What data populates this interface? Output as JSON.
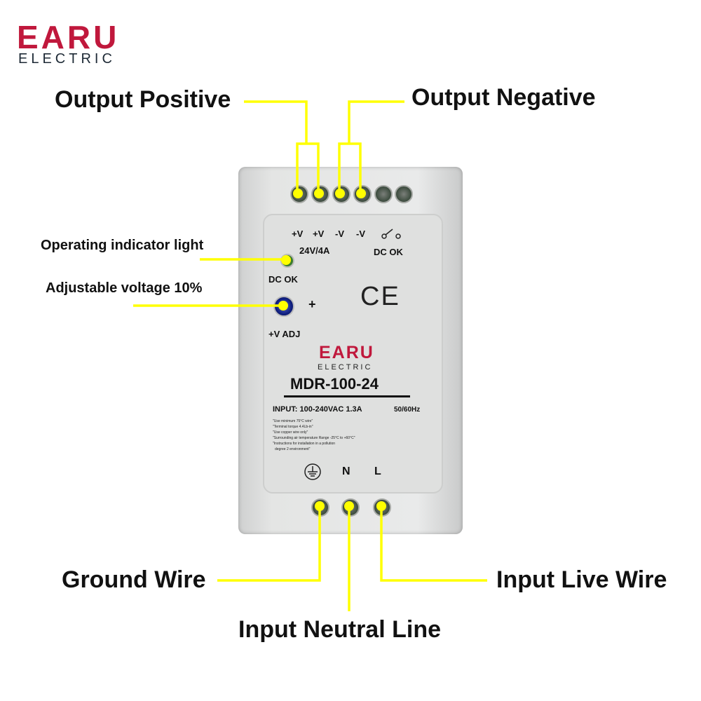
{
  "logo": {
    "brand": "EARU",
    "sub": "ELECTRIC",
    "color": "#c0183c"
  },
  "callouts": {
    "output_positive": "Output Positive",
    "output_negative": "Output Negative",
    "indicator": "Operating indicator light",
    "adjust": "Adjustable voltage 10%",
    "ground": "Ground Wire",
    "live": "Input Live Wire",
    "neutral": "Input Neutral Line"
  },
  "device": {
    "terminals_top": [
      "+V",
      "+V",
      "-V",
      "-V"
    ],
    "rating": "24V/4A",
    "dc_ok_right": "DC OK",
    "dc_ok_left": "DC OK",
    "plus": "+",
    "adj": "+V ADJ",
    "ce": "CE",
    "brand": "EARU",
    "brand_sub": "ELECTRIC",
    "model": "MDR-100-24",
    "input": "INPUT: 100-240VAC  1.3A",
    "freq": "50/60Hz",
    "notes": [
      "\"Use minimum 75°C wire\"",
      "\"Terminal torque 4.4Lb-in\"",
      "\"Use copper wire only\"",
      "\"Surrounding air temperature Range -25°C to +60°C\"",
      "\"Instructions for installation in a pollution",
      "degree 2 environment\""
    ],
    "bottom_labels": [
      "N",
      "L"
    ]
  },
  "colors": {
    "callout_line": "#ffff00"
  }
}
